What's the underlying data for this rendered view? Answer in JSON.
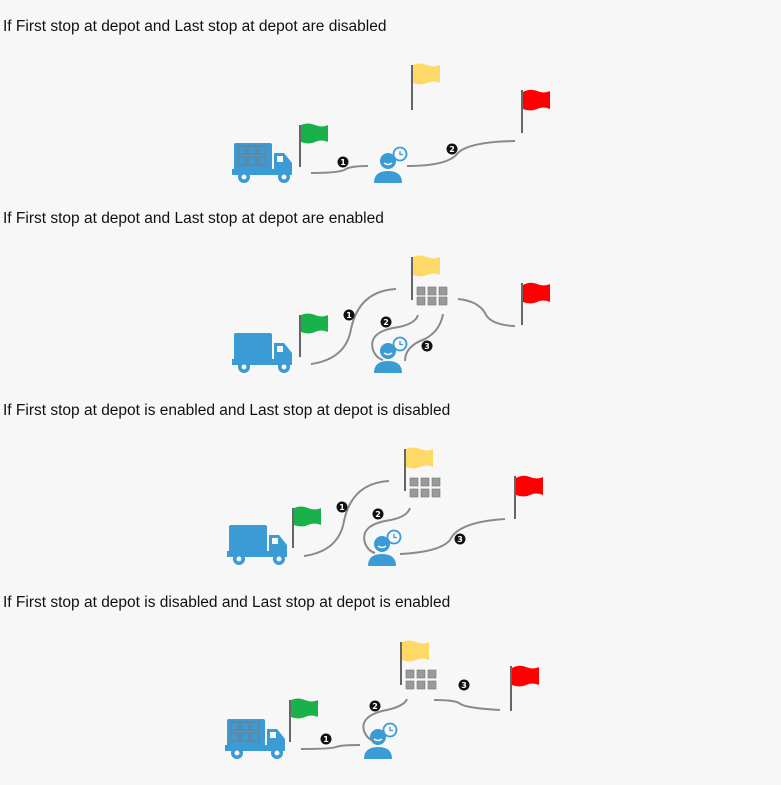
{
  "colors": {
    "background": "#f7f7f7",
    "icon_blue": "#3a9bd5",
    "start_flag": "#1ab04a",
    "break_flag": "#ffd966",
    "end_flag": "#ff0000",
    "route_line": "#8a8a8a",
    "package_gray": "#9a9a9a"
  },
  "scenarios": [
    {
      "heading": "If First stop at depot and Last stop at depot are disabled",
      "truck_loaded": true,
      "depot_packages": false,
      "markers": [
        "1",
        "2"
      ]
    },
    {
      "heading": "If First stop at depot and Last stop at depot are enabled",
      "truck_loaded": false,
      "depot_packages": true,
      "markers": [
        "1",
        "2",
        "3"
      ]
    },
    {
      "heading": "If First stop at depot is enabled and Last stop at depot is disabled",
      "truck_loaded": false,
      "depot_packages": true,
      "markers": [
        "1",
        "2",
        "3"
      ]
    },
    {
      "heading": "If First stop at depot is disabled and Last stop at depot is enabled",
      "truck_loaded": true,
      "depot_packages": true,
      "markers": [
        "1",
        "2",
        "3"
      ]
    }
  ]
}
